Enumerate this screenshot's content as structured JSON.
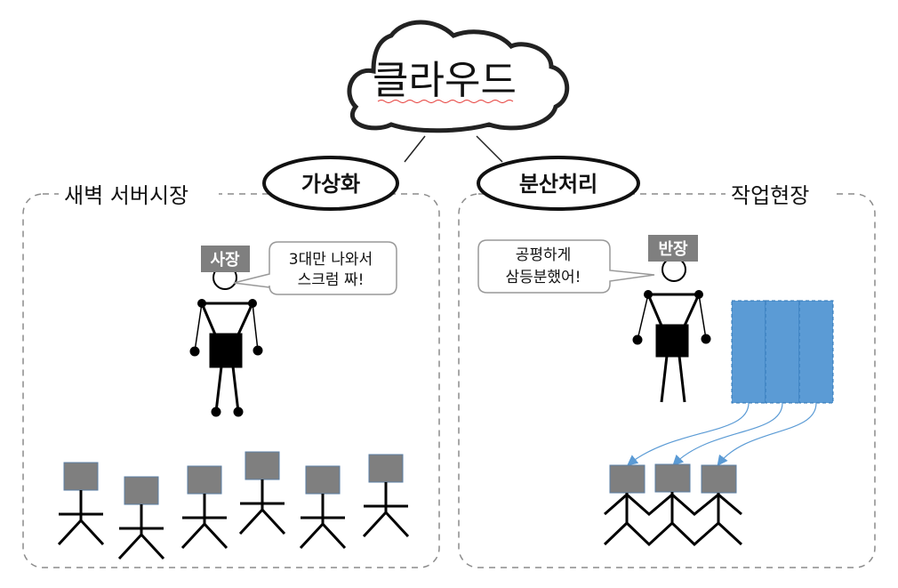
{
  "cloud": {
    "label": "클라우드"
  },
  "concepts": {
    "virtualization": "가상화",
    "distributed": "분산처리"
  },
  "left_panel": {
    "title": "새벽 서버시장",
    "boss": {
      "badge": "사장",
      "speech_lines": [
        "3대만 나와서",
        "스크럼 짜!"
      ]
    },
    "worker_count": 6
  },
  "right_panel": {
    "title": "작업현장",
    "foreman": {
      "badge": "반장",
      "speech_lines": [
        "공평하게",
        "삼등분했어!"
      ]
    },
    "worker_count": 3,
    "task_block_count": 3
  },
  "colors": {
    "box_gray": "#7f7f7f",
    "badge_gray": "#7f7f7f",
    "task_blue": "#5b9bd5",
    "arrow_blue": "#5b9bd5",
    "border_gray": "#8c8c8c",
    "spell_underline": "#e53935"
  }
}
